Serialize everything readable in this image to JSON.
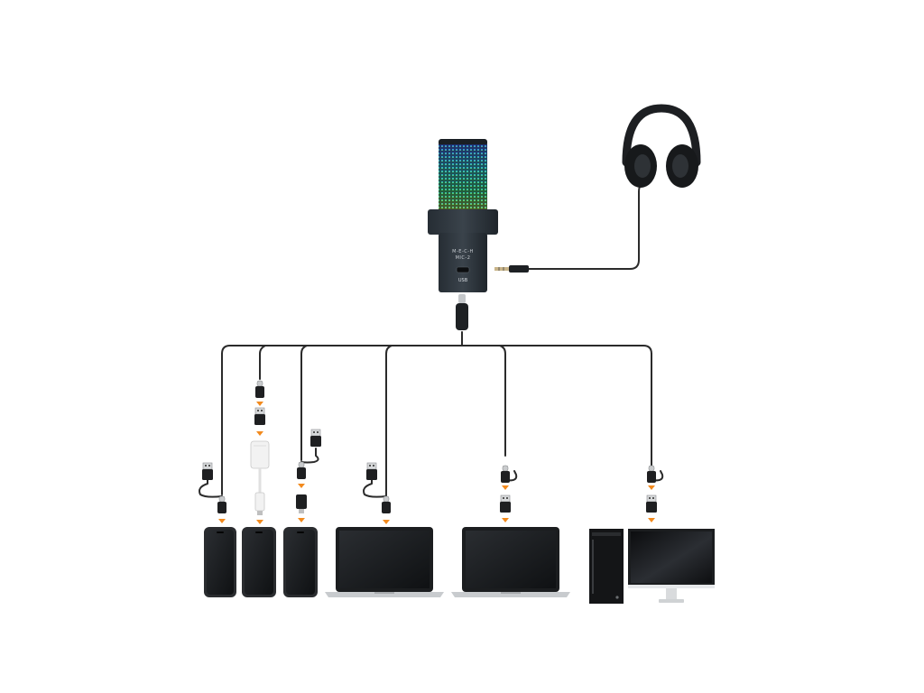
{
  "diagram": {
    "microphone": {
      "brand_text": "M-E-C-H",
      "model_text": "MIC-2",
      "port_label": "USB"
    },
    "colors": {
      "cable": "#2b2b2b",
      "arrow": "#f28a1e",
      "mic_body": "#1c2228",
      "device_screen": "#121416",
      "laptop_base": "#c8cbce",
      "adapter_white": "#f2f2f2"
    },
    "devices": [
      {
        "name": "phone-1",
        "type": "phone",
        "connector": "usb-c"
      },
      {
        "name": "phone-2",
        "type": "phone",
        "connector": "lightning-adapter"
      },
      {
        "name": "phone-3",
        "type": "phone",
        "connector": "lightning"
      },
      {
        "name": "laptop-1",
        "type": "laptop",
        "connector": "usb-c"
      },
      {
        "name": "laptop-2",
        "type": "laptop",
        "connector": "usb-a"
      },
      {
        "name": "desktop-pc",
        "type": "desktop",
        "connector": "usb-a"
      }
    ]
  }
}
